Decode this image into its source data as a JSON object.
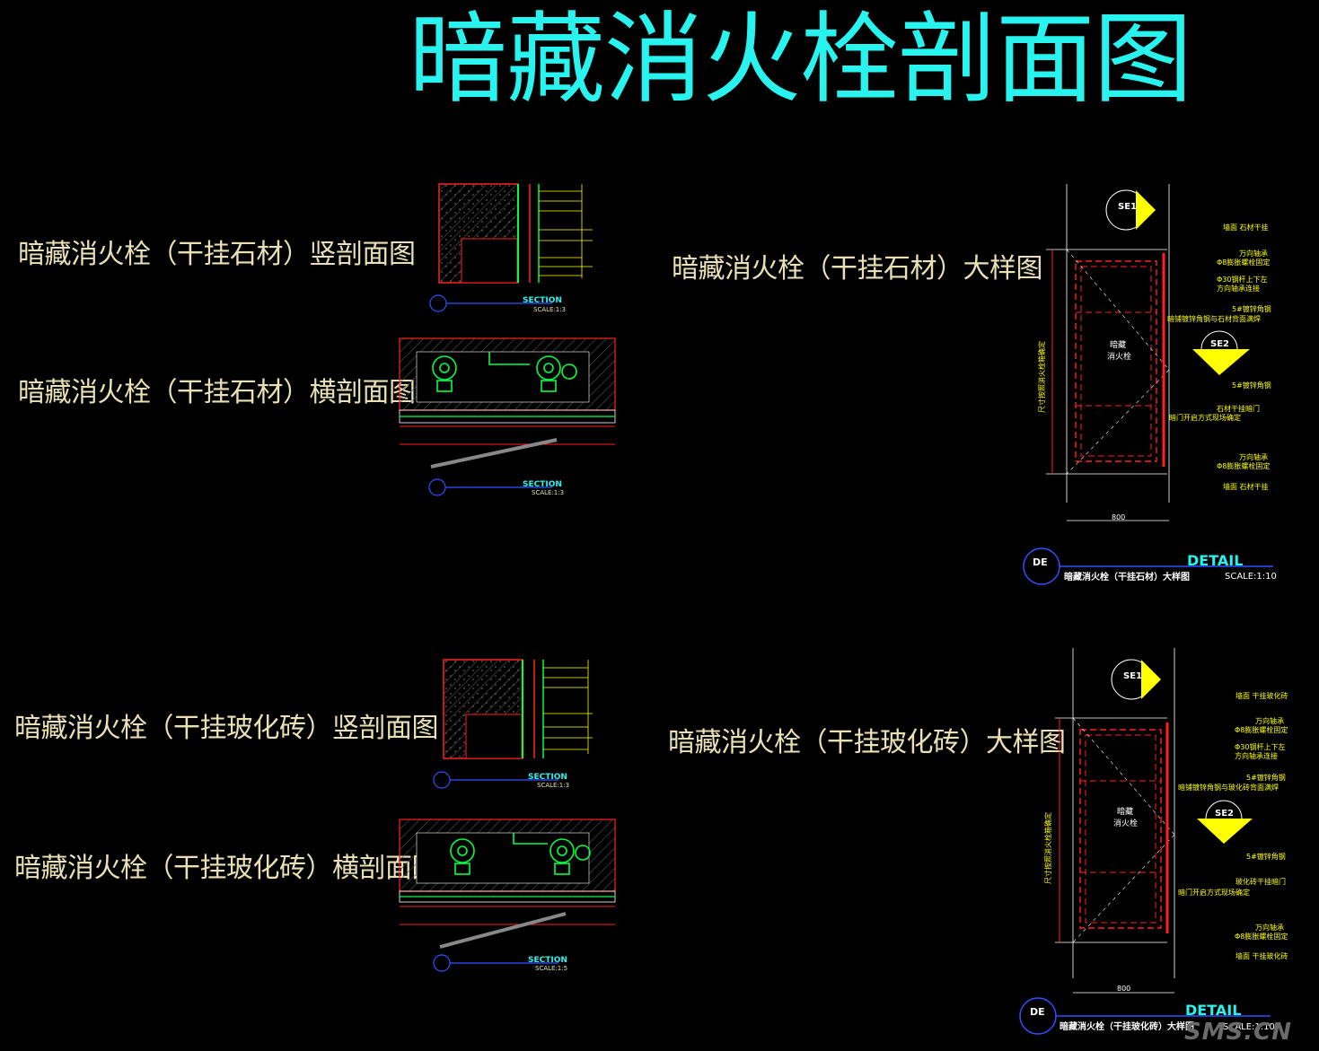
{
  "title": "暗藏消火栓剖面图",
  "labels": {
    "stone_vertical": "暗藏消火栓（干挂石材）竖剖面图",
    "stone_horizontal": "暗藏消火栓（干挂石材）横剖面图",
    "stone_detail": "暗藏消火栓（干挂石材）大样图",
    "tile_vertical": "暗藏消火栓（干挂玻化砖）竖剖面图",
    "tile_horizontal": "暗藏消火栓（干挂玻化砖）横剖面图",
    "tile_detail": "暗藏消火栓（干挂玻化砖）大样图"
  },
  "section_tag": "SECTION",
  "detail_tag": "DETAIL",
  "scales": {
    "s13": "SCALE:1:3",
    "s15": "SCALE:1:5",
    "s110": "SCALE:1:10"
  },
  "tags": {
    "de": "DE",
    "se1": "SE1",
    "se2": "SE2"
  },
  "stone_detail_caption": "暗藏消火栓（干挂石材）大样图",
  "tile_detail_caption": "暗藏消火栓（干挂玻化砖）大样图",
  "stone_detail_notes": [
    "墙面  石材干挂",
    "万向轴承",
    "Φ8膨胀螺栓固定",
    "Φ30钢杆上下左",
    "方向轴承连接",
    "5#镀锌角钢",
    "暗铺镀锌角钢与石材背面满焊",
    "5#镀锌角钢",
    "石材干挂暗门",
    "暗门开启方式现场确定",
    "万向轴承",
    "Φ8膨胀螺栓固定",
    "墙面  石材干挂"
  ],
  "tile_detail_notes": [
    "墙面  干挂玻化砖",
    "万向轴承",
    "Φ8膨胀螺栓固定",
    "Φ30钢杆上下左",
    "方向轴承连接",
    "5#镀锌角钢",
    "暗铺镀锌角钢与玻化砖背面满焊",
    "5#镀锌角钢",
    "玻化砖干挂暗门",
    "暗门开启方式现场确定",
    "万向轴承",
    "Φ8膨胀螺栓固定",
    "墙面  干挂玻化砖"
  ],
  "center_label_stone": [
    "暗藏",
    "消火栓"
  ],
  "center_label_tile": [
    "暗藏",
    "消火栓"
  ],
  "dim_800": "800",
  "side_dim_stone": "尺寸按照消火栓箱确定",
  "side_dim_tile": "尺寸按照消火栓箱确定",
  "watermark": "SMS.CN",
  "colors": {
    "title": "#29f3ee",
    "label": "#e9e0b4",
    "red": "#ff2020",
    "yellow": "#ffff00",
    "green": "#00ff40",
    "cyan": "#29f3ee",
    "blue": "#3050ff"
  }
}
